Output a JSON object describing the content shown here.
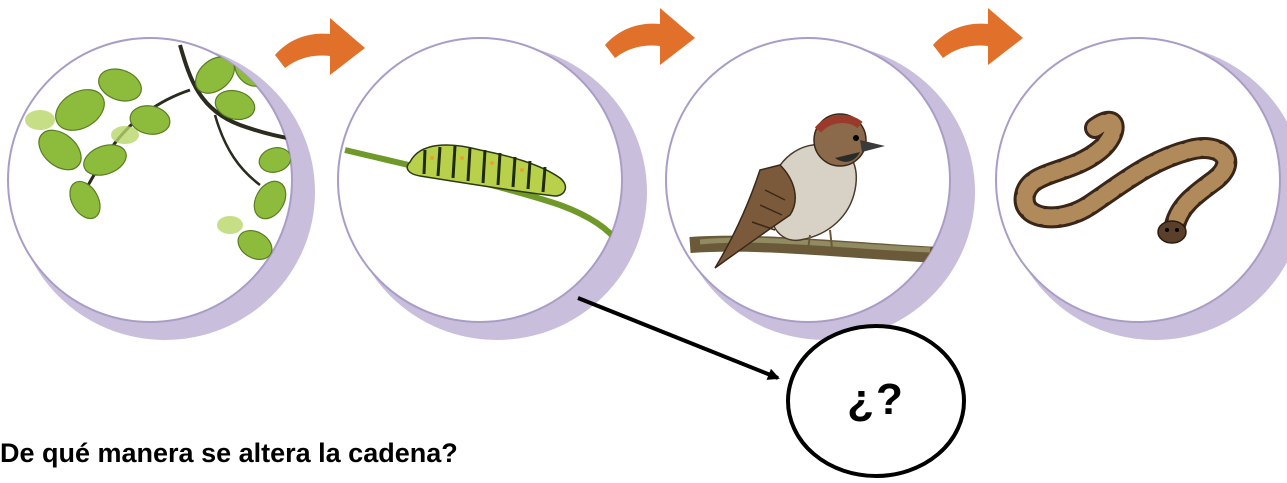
{
  "diagram": {
    "unknown_label": "¿?",
    "question": "De qué manera se altera la cadena?",
    "stages": [
      {
        "subject": "leaves"
      },
      {
        "subject": "caterpillar"
      },
      {
        "subject": "sparrow"
      },
      {
        "subject": "snake"
      }
    ],
    "colors": {
      "ring": "#c9bfdc",
      "arrow": "#e0702a",
      "leaf": "#8dbb3c",
      "stem": "#5a7d22"
    }
  }
}
